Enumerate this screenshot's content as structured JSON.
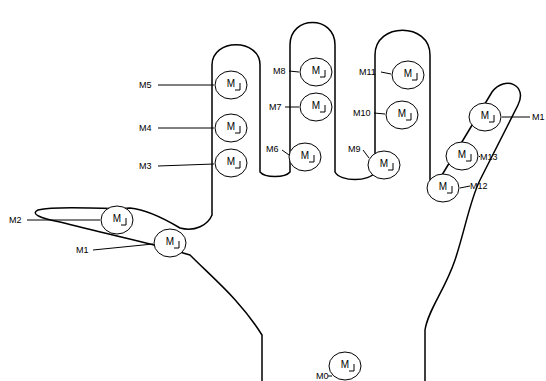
{
  "diagram": {
    "nodes": [
      {
        "text": [
          "M"
        ]
      },
      {
        "text": [
          "M"
        ]
      },
      {
        "text": [
          "M"
        ]
      },
      {
        "text": [
          "M"
        ]
      },
      {
        "text": [
          "M"
        ]
      },
      {
        "text": [
          "M"
        ]
      },
      {
        "text": [
          "M"
        ]
      },
      {
        "text": [
          "M"
        ]
      },
      {
        "text": [
          "M"
        ]
      },
      {
        "text": [
          "M"
        ]
      },
      {
        "text": [
          "M"
        ]
      },
      {
        "text": [
          "M"
        ]
      },
      {
        "text": [
          "M"
        ]
      },
      {
        "text": [
          "M"
        ]
      },
      {
        "text": [
          "M"
        ]
      }
    ],
    "labels": [
      "M8",
      "M11",
      "M5",
      "M7",
      "M10",
      "M1",
      "M4",
      "M6",
      "M9",
      "M13",
      "M3",
      "M12",
      "M2",
      "M1",
      "M0"
    ]
  }
}
